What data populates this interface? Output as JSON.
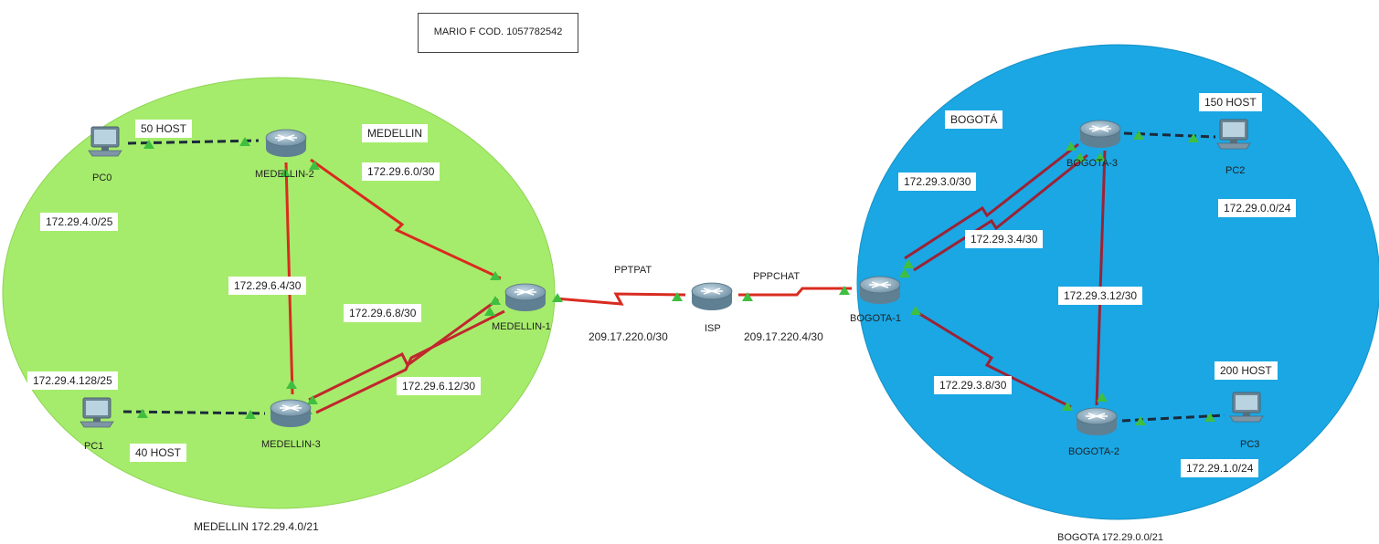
{
  "title": "MARIO F COD. 1057782542",
  "regions": {
    "medellin": {
      "name": "MEDELLIN",
      "summary": "MEDELLIN  172.29.4.0/21",
      "fill": "#a6ec6c"
    },
    "bogota": {
      "name": "BOGOTÁ",
      "summary": "BOGOTA  172.29.0.0/21",
      "fill": "#1aa7e4"
    }
  },
  "devices": {
    "pc0": "PC0",
    "pc1": "PC1",
    "pc2": "PC2",
    "pc3": "PC3",
    "medellin_1": "MEDELLIN-1",
    "medellin_2": "MEDELLIN-2",
    "medellin_3": "MEDELLIN-3",
    "isp": "ISP",
    "bogota_1": "BOGOTA-1",
    "bogota_2": "BOGOTA-2",
    "bogota_3": "BOGOTA-3"
  },
  "labels": {
    "host_50": "50 HOST",
    "host_40": "40 HOST",
    "host_150": "150 HOST",
    "host_200": "200 HOST",
    "net_pc0": "172.29.4.0/25",
    "net_pc1": "172.29.4.128/25",
    "net_pc2": "172.29.0.0/24",
    "net_pc3": "172.29.1.0/24",
    "link_m2_m1": "172.29.6.0/30",
    "link_m2_m3": "172.29.6.4/30",
    "link_m3_m1_a": "172.29.6.8/30",
    "link_m3_m1_b": "172.29.6.12/30",
    "link_b1_b3_a": "172.29.3.0/30",
    "link_b1_b3_b": "172.29.3.4/30",
    "link_b3_b2": "172.29.3.12/30",
    "link_b1_b2": "172.29.3.8/30",
    "wan_left": "209.17.220.0/30",
    "wan_right": "209.17.220.4/30",
    "ppp_left": "PPTPAT",
    "ppp_right": "PPPCHAT"
  },
  "colors": {
    "serial_red": "#d92b20",
    "serial_dark": "#9b2335",
    "ethernet": "#1b2a3a",
    "port_green": "#3fbf3f",
    "router_body": "#8fb0c4"
  }
}
